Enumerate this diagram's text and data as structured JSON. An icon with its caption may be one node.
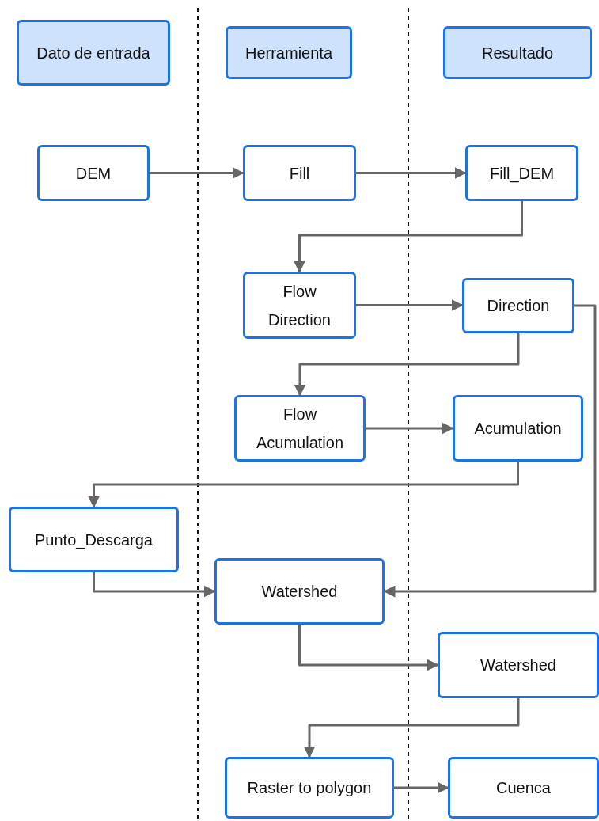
{
  "diagram": {
    "nodes": [
      {
        "text": [
          "Dato de entrada"
        ]
      },
      {
        "text": [
          "Herramienta"
        ]
      },
      {
        "text": [
          "Resultado"
        ]
      },
      {
        "text": [
          "DEM"
        ]
      },
      {
        "text": [
          "Fill"
        ]
      },
      {
        "text": [
          "Fill_DEM"
        ]
      },
      {
        "text": [
          "Flow Direction"
        ]
      },
      {
        "text": [
          "Direction"
        ]
      },
      {
        "text": [
          "Flow Acumulation"
        ]
      },
      {
        "text": [
          "Acumulation"
        ]
      },
      {
        "text": [
          "Punto_Descarga"
        ]
      },
      {
        "text": [
          "Watershed"
        ]
      },
      {
        "text": [
          "Watershed"
        ]
      },
      {
        "text": [
          "Raster to polygon"
        ]
      },
      {
        "text": [
          "Cuenca"
        ]
      }
    ],
    "edges": [
      {
        "from": 3,
        "to": 4,
        "arrow": "to"
      },
      {
        "from": 4,
        "to": 5,
        "arrow": "to"
      },
      {
        "from": 5,
        "to": 6,
        "arrow": "to"
      },
      {
        "from": 6,
        "to": 7,
        "arrow": "to"
      },
      {
        "from": 7,
        "to": 8,
        "arrow": "to"
      },
      {
        "from": 8,
        "to": 9,
        "arrow": "to"
      },
      {
        "from": 9,
        "to": 10,
        "arrow": "to"
      },
      {
        "from": 10,
        "to": 11,
        "arrow": "to"
      },
      {
        "from": 7,
        "to": 11,
        "arrow": "to"
      },
      {
        "from": 11,
        "to": 12,
        "arrow": "to"
      },
      {
        "from": 12,
        "to": 13,
        "arrow": "to"
      },
      {
        "from": 13,
        "to": 14,
        "arrow": "to"
      }
    ]
  }
}
